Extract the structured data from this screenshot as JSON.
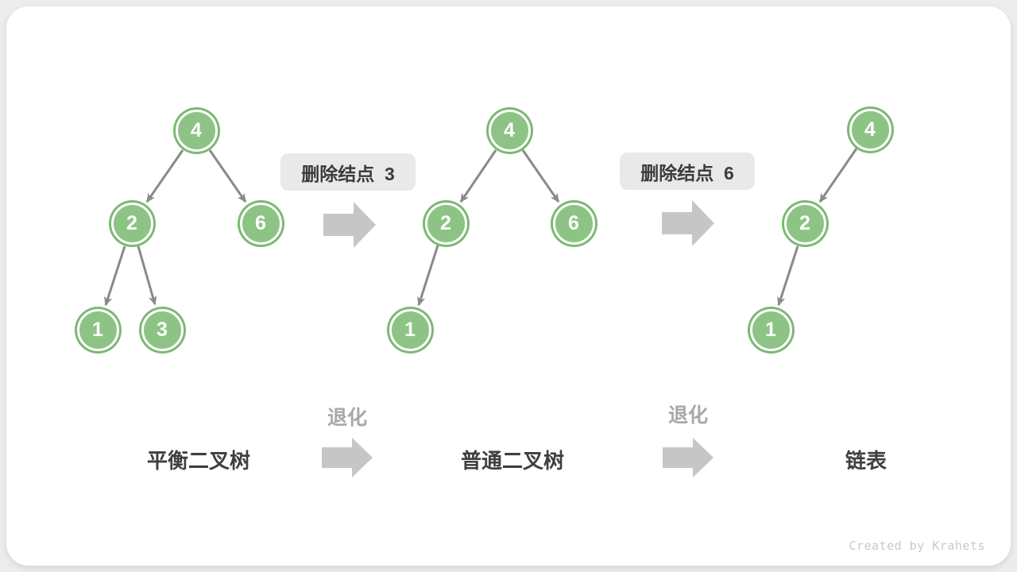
{
  "figure": {
    "watermark": "Created by Krahets"
  },
  "colors": {
    "page_bg": "#ECECEC",
    "card_bg": "#FFFFFF",
    "node_fill": "#8DC485",
    "node_ring": "#7CB874",
    "node_text": "#FFFFFF",
    "edge": "#8A8A8A",
    "block_arrow": "#C6C6C6",
    "label_box_bg": "#E9E9E9",
    "label_text": "#3B3B3B",
    "degrade_text": "#A8A8A8",
    "caption_text": "#3F3F3F",
    "watermark_text": "#C9C9C9"
  },
  "trees": [
    {
      "caption": "平衡二叉树",
      "nodes": [
        {
          "value": "4"
        },
        {
          "value": "2"
        },
        {
          "value": "6"
        },
        {
          "value": "1"
        },
        {
          "value": "3"
        }
      ],
      "edges": [
        "4→2",
        "4→6",
        "2→1",
        "2→3"
      ]
    },
    {
      "caption": "普通二叉树",
      "nodes": [
        {
          "value": "4"
        },
        {
          "value": "2"
        },
        {
          "value": "6"
        },
        {
          "value": "1"
        }
      ],
      "edges": [
        "4→2",
        "4→6",
        "2→1"
      ]
    },
    {
      "caption": "链表",
      "nodes": [
        {
          "value": "4"
        },
        {
          "value": "2"
        },
        {
          "value": "1"
        }
      ],
      "edges": [
        "4→2",
        "2→1"
      ]
    }
  ],
  "transitions": [
    {
      "label": "删除结点  3"
    },
    {
      "label": "删除结点  6"
    }
  ],
  "degrade_labels": [
    {
      "text": "退化"
    },
    {
      "text": "退化"
    }
  ]
}
